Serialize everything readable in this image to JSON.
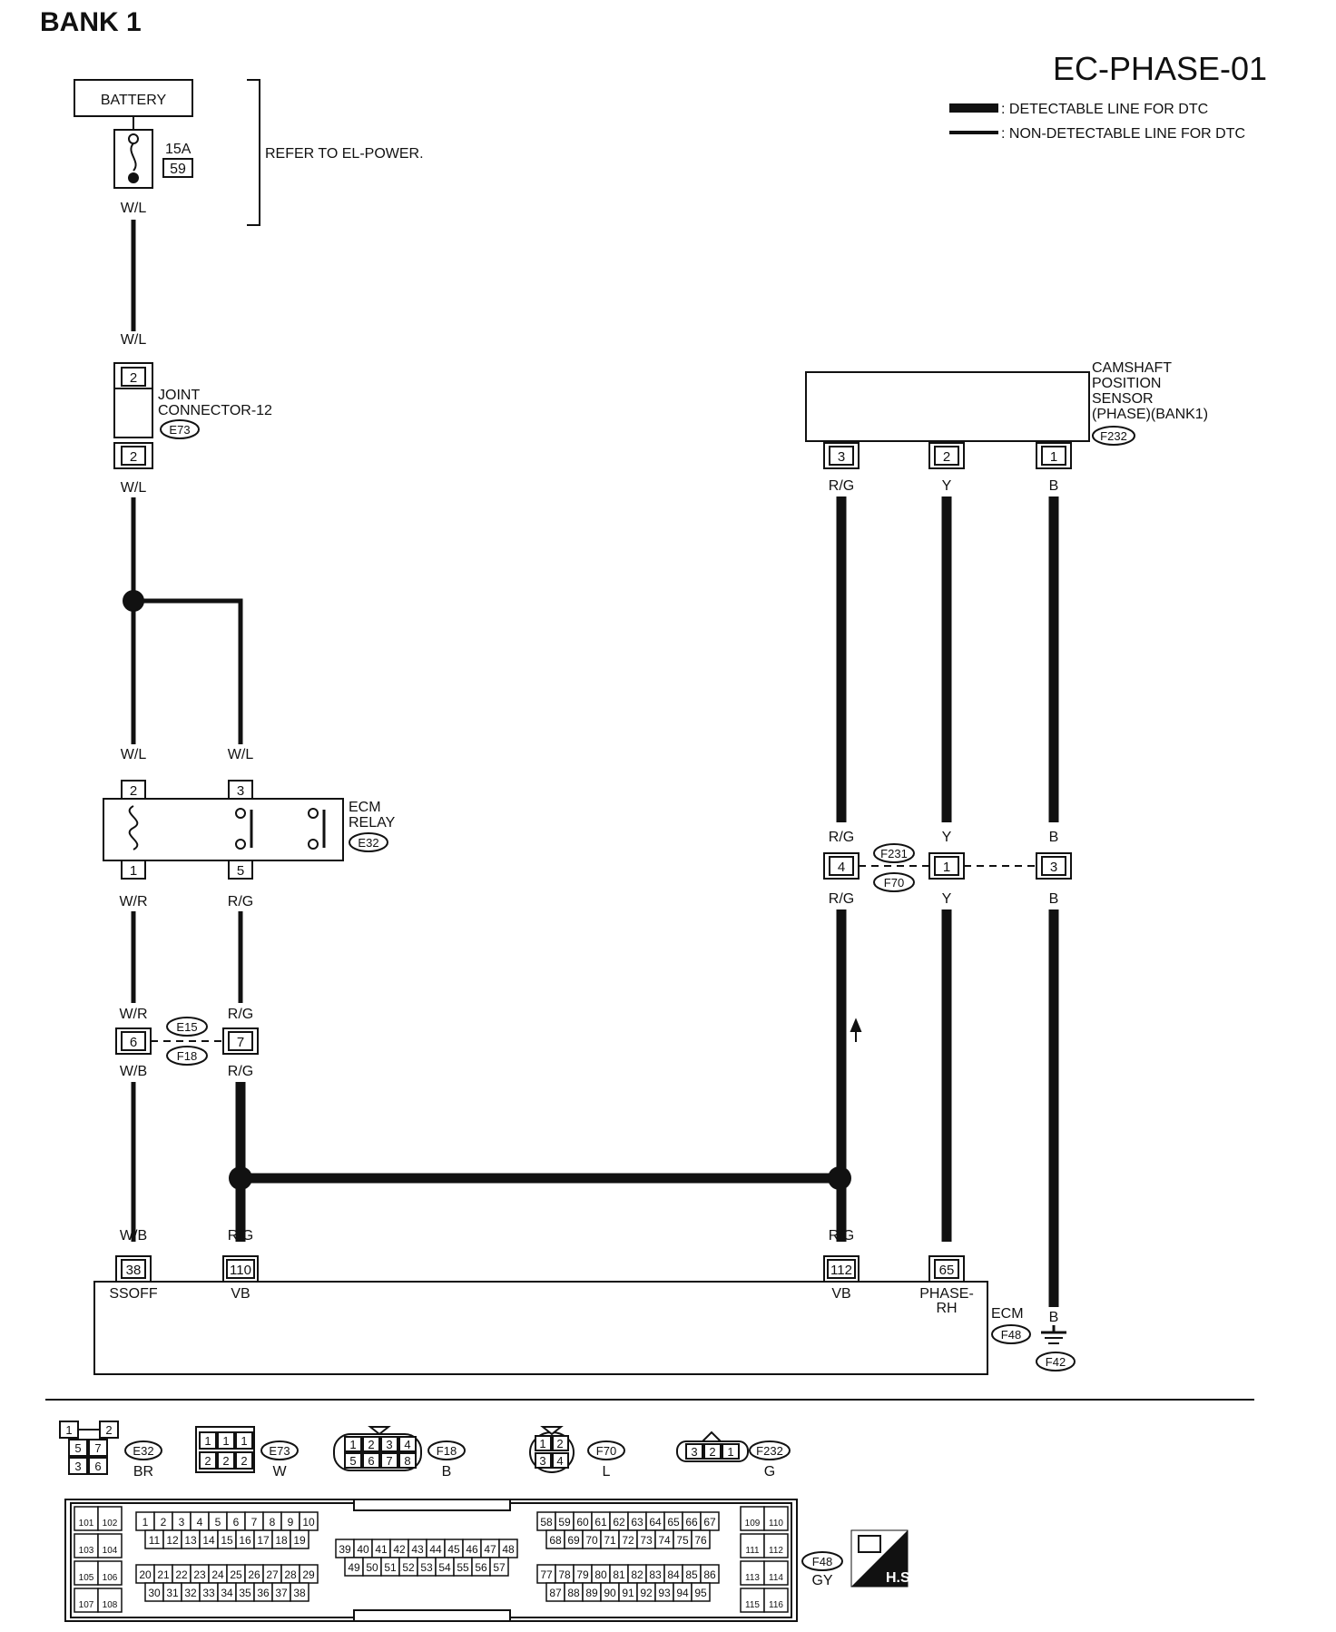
{
  "header": {
    "bank": "BANK 1",
    "code": "EC-PHASE-01"
  },
  "legend": {
    "detectable": ": DETECTABLE LINE FOR DTC",
    "non_detectable": ": NON-DETECTABLE LINE FOR DTC"
  },
  "battery": {
    "label": "BATTERY",
    "fuse_amp": "15A",
    "fuse_no": "59",
    "refer": "REFER TO EL-POWER."
  },
  "joint": {
    "name_l1": "JOINT",
    "name_l2": "CONNECTOR-12",
    "conn": "E73",
    "pin_top": "2",
    "pin_bottom": "2"
  },
  "relay": {
    "name_l1": "ECM",
    "name_l2": "RELAY",
    "conn": "E32",
    "pin_2": "2",
    "pin_3": "3",
    "pin_1": "1",
    "pin_5": "5"
  },
  "sensor": {
    "name_l1": "CAMSHAFT",
    "name_l2": "POSITION",
    "name_l3": "SENSOR",
    "name_l4": "(PHASE)(BANK1)",
    "conn": "F232",
    "pin_3": "3",
    "pin_2": "2",
    "pin_1": "1"
  },
  "inline1": {
    "conn_top": "F231",
    "conn_bottom": "F70",
    "pin_a": "4",
    "pin_b": "1",
    "pin_c": "3"
  },
  "inline2": {
    "conn_top": "E15",
    "conn_bottom": "F18",
    "pin_a": "6",
    "pin_b": "7"
  },
  "ecm": {
    "label": "ECM",
    "conn": "F48",
    "ground": "F42",
    "pin_38": "38",
    "pin_110": "110",
    "pin_112": "112",
    "pin_65": "65",
    "t_38": "SSOFF",
    "t_110": "VB",
    "t_112": "VB",
    "t_65a": "PHASE-",
    "t_65b": "RH"
  },
  "wires": {
    "wl": "W/L",
    "wr": "W/R",
    "wb": "W/B",
    "rg": "R/G",
    "y": "Y",
    "b": "B"
  },
  "connectors": {
    "e32": {
      "id": "E32",
      "color": "BR",
      "pins": [
        "1",
        "2",
        "5",
        "7",
        "3",
        "6"
      ]
    },
    "e73": {
      "id": "E73",
      "color": "W",
      "pins": [
        "1",
        "1",
        "1",
        "2",
        "2",
        "2"
      ]
    },
    "f18": {
      "id": "F18",
      "color": "B",
      "pins": [
        "1",
        "2",
        "3",
        "4",
        "5",
        "6",
        "7",
        "8"
      ]
    },
    "f70": {
      "id": "F70",
      "color": "L",
      "pins": [
        "1",
        "2",
        "3",
        "4"
      ]
    },
    "f232": {
      "id": "F232",
      "color": "G",
      "pins": [
        "3",
        "2",
        "1"
      ]
    },
    "f48": {
      "id": "F48",
      "color": "GY"
    }
  },
  "hs": "H.S."
}
